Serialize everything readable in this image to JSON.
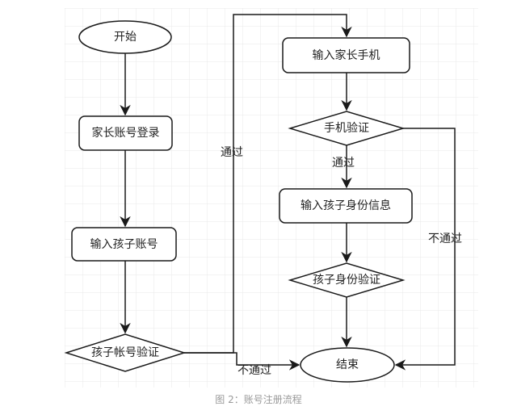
{
  "diagram": {
    "title": "账号注册流程",
    "caption": "图 2：账号注册流程",
    "colors": {
      "grid": "#e6e6e6",
      "stroke": "#1a1a1a",
      "fill": "#ffffff",
      "text": "#222222",
      "caption": "#9a9a9a"
    },
    "nodes": {
      "start": {
        "type": "terminator",
        "label": "开始"
      },
      "parent_login": {
        "type": "process",
        "label": "家长账号登录"
      },
      "input_child_account": {
        "type": "process",
        "label": "输入孩子账号"
      },
      "verify_child_account": {
        "type": "decision",
        "label": "孩子帐号验证"
      },
      "input_parent_phone": {
        "type": "process",
        "label": "输入家长手机"
      },
      "verify_phone": {
        "type": "decision",
        "label": "手机验证"
      },
      "input_child_identity": {
        "type": "process",
        "label": "输入孩子身份信息"
      },
      "verify_child_identity": {
        "type": "decision",
        "label": "孩子身份验证"
      },
      "end": {
        "type": "terminator",
        "label": "结束"
      }
    },
    "edges": [
      {
        "from": "start",
        "to": "parent_login",
        "label": ""
      },
      {
        "from": "parent_login",
        "to": "input_child_account",
        "label": ""
      },
      {
        "from": "input_child_account",
        "to": "verify_child_account",
        "label": ""
      },
      {
        "from": "verify_child_account",
        "to": "input_parent_phone",
        "label": "通过"
      },
      {
        "from": "verify_child_account",
        "to": "end",
        "label": "不通过"
      },
      {
        "from": "input_parent_phone",
        "to": "verify_phone",
        "label": ""
      },
      {
        "from": "verify_phone",
        "to": "input_child_identity",
        "label": "通过"
      },
      {
        "from": "verify_phone",
        "to": "end",
        "label": "不通过"
      },
      {
        "from": "input_child_identity",
        "to": "verify_child_identity",
        "label": ""
      },
      {
        "from": "verify_child_identity",
        "to": "end",
        "label": ""
      }
    ]
  }
}
